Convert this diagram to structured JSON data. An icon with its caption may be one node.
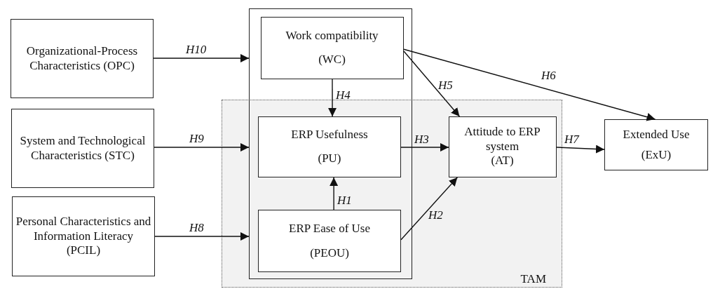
{
  "diagram": {
    "nodes": [
      {
        "text": [
          "Organizational-Process Characteristics (OPC)"
        ]
      },
      {
        "text": [
          "System and Technological Characteristics (STC)"
        ]
      },
      {
        "text": [
          "Personal Characteristics and Information Literacy (PCIL)"
        ]
      },
      {
        "text": [],
        "shape": "box"
      },
      {
        "text": [
          "Work compatibility",
          "(WC)"
        ],
        "in": 3
      },
      {
        "text": [
          "ERP Usefulness",
          "(PU)"
        ]
      },
      {
        "text": [
          "ERP Ease of Use",
          "(PEOU)"
        ]
      },
      {
        "text": [
          "TAM"
        ]
      },
      {
        "text": [
          "Attitude to ERP system",
          "(AT)"
        ],
        "in": 7
      },
      {
        "text": [
          "Extended Use",
          "(ExU)"
        ]
      }
    ],
    "edges": [
      {
        "from": 0,
        "to": 3,
        "arrow": "to",
        "label": "H10"
      },
      {
        "from": 1,
        "to": 3,
        "arrow": "to",
        "label": "H9"
      },
      {
        "from": 2,
        "to": 3,
        "arrow": "to",
        "label": "H8"
      },
      {
        "from": 4,
        "to": 5,
        "arrow": "to",
        "label": "H4"
      },
      {
        "from": 6,
        "to": 5,
        "arrow": "to",
        "label": "H1"
      },
      {
        "from": 5,
        "to": 8,
        "arrow": "to",
        "label": "H3"
      },
      {
        "from": 6,
        "to": 8,
        "arrow": "to",
        "label": "H2"
      },
      {
        "from": 4,
        "to": 8,
        "arrow": "to",
        "label": "H5"
      },
      {
        "from": 4,
        "to": 9,
        "arrow": "to",
        "label": "H6"
      },
      {
        "from": 8,
        "to": 9,
        "arrow": "to",
        "label": "H7"
      }
    ]
  }
}
